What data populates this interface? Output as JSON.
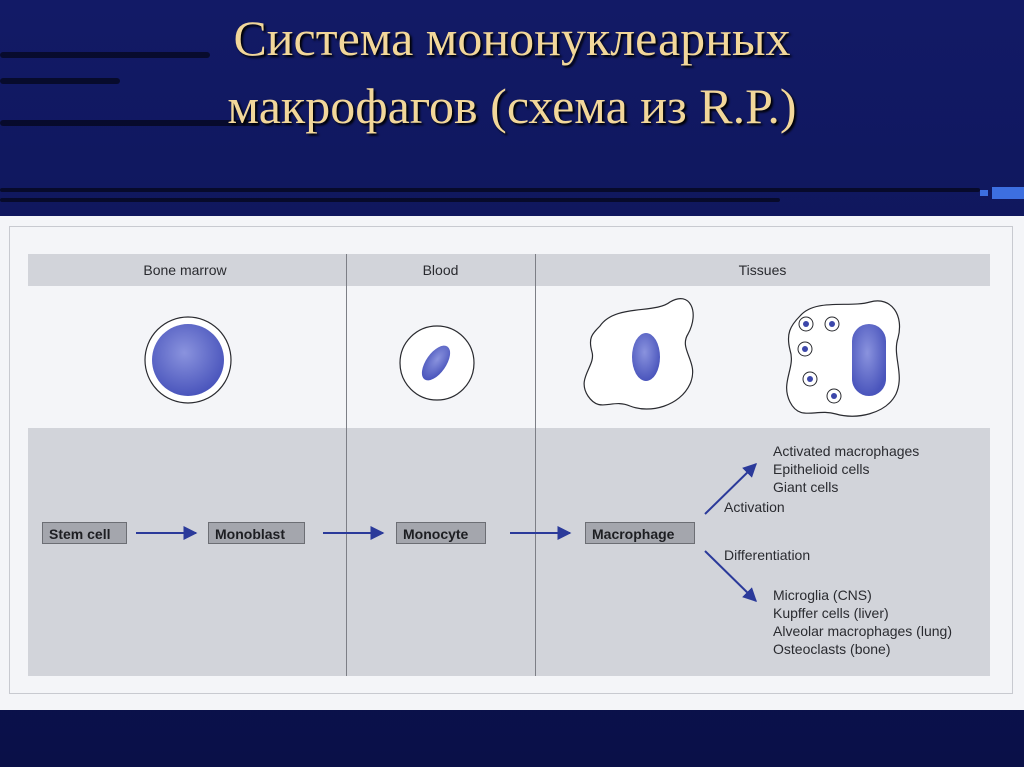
{
  "slide": {
    "title_line1": "Система мононуклеарных",
    "title_line2": "макрофагов (схема из R.P.)"
  },
  "figure": {
    "columns": [
      "Bone marrow",
      "Blood",
      "Tissues"
    ],
    "stages": [
      "Stem cell",
      "Monoblast",
      "Monocyte",
      "Macrophage"
    ],
    "activation": {
      "label": "Activation",
      "products": [
        "Activated macrophages",
        "Epithelioid cells",
        "Giant cells"
      ]
    },
    "differentiation": {
      "label": "Differentiation",
      "products": [
        "Microglia (CNS)",
        "Kupffer cells (liver)",
        "Alveolar macrophages (lung)",
        "Osteoclasts (bone)"
      ]
    }
  },
  "colors": {
    "title": "#f2d79a",
    "background": "#0e1452",
    "arrow": "#2b3a9a",
    "cell_fill": "#5662c8"
  }
}
